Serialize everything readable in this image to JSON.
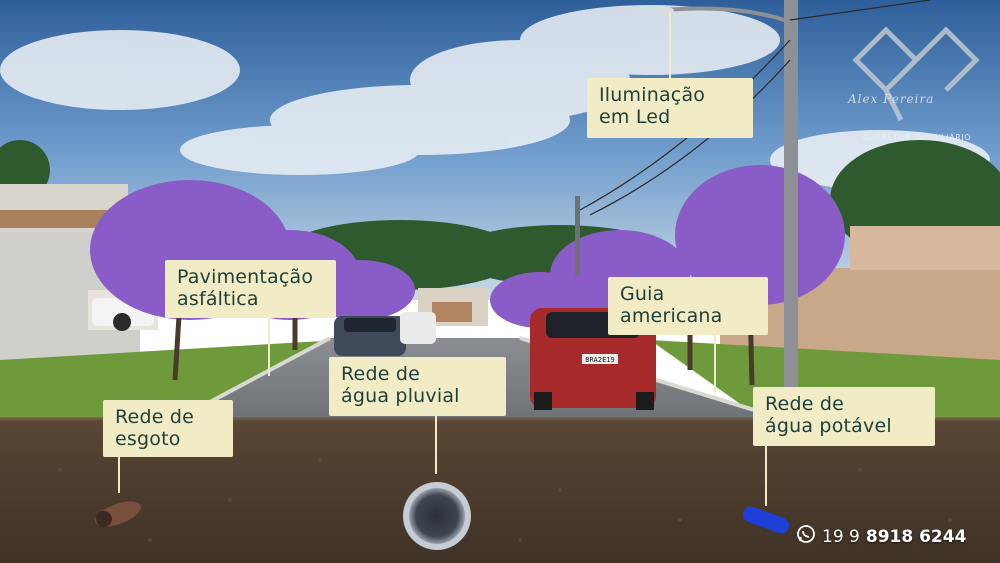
{
  "labels": {
    "iluminacao": "Iluminação\nem Led",
    "pavimentacao": "Pavimentação\nasfáltica",
    "guia": "Guia\namericana",
    "pluvial": "Rede de\nágua pluvial",
    "esgoto": "Rede de\nesgoto",
    "potavel": "Rede de\nágua potável"
  },
  "brand": {
    "name": "Alex Pereira",
    "role": "CORRETOR IMOBILIÁRIO"
  },
  "contact": {
    "icon": "whatsapp-icon",
    "phone_prefix": "19 9",
    "phone_number": "8918 6244"
  },
  "cars": {
    "plate": "BRA2E19"
  },
  "colors": {
    "label_bg": "#f1ecc6",
    "label_text": "#1f3f3a",
    "soil": "#4a3b2d",
    "sky": "#3f78b8",
    "jacaranda": "#8a5cc8",
    "grass": "#6f9a3c"
  }
}
